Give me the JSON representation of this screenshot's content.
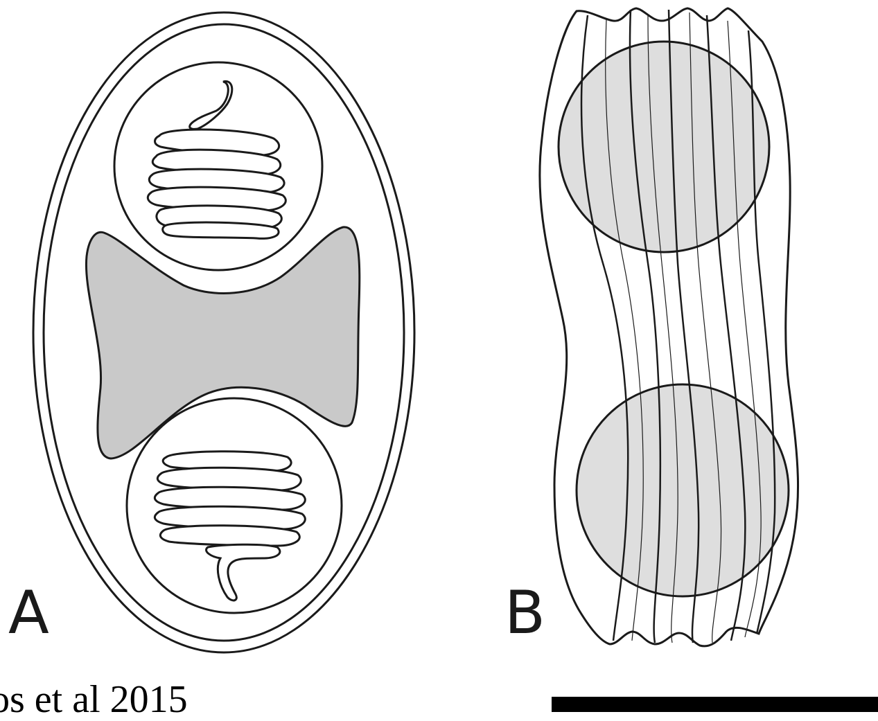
{
  "labels": {
    "panel_a": "A",
    "panel_b": "B"
  },
  "credit_text": "os et al 2015",
  "colors": {
    "stroke": "#1a1a1a",
    "dark_fill": "#c9c9c9",
    "light_fill": "#dedede",
    "background": "#ffffff"
  }
}
